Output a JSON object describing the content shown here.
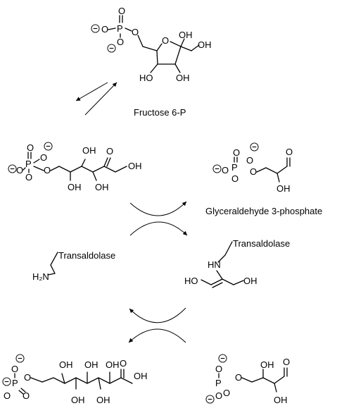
{
  "diagram": {
    "compounds": {
      "fructose6p": {
        "name": "Fructose 6-P"
      },
      "gap": {
        "name": "Glyceraldehyde 3-phosphate"
      }
    },
    "enzymes": {
      "free": "Transaldolase",
      "bound": "Transaldolase"
    },
    "atoms": {
      "oh": "OH",
      "ho": "HO",
      "o": "O",
      "p": "P",
      "hn": "HN",
      "h2n": "H₂N",
      "minus": "−"
    }
  }
}
